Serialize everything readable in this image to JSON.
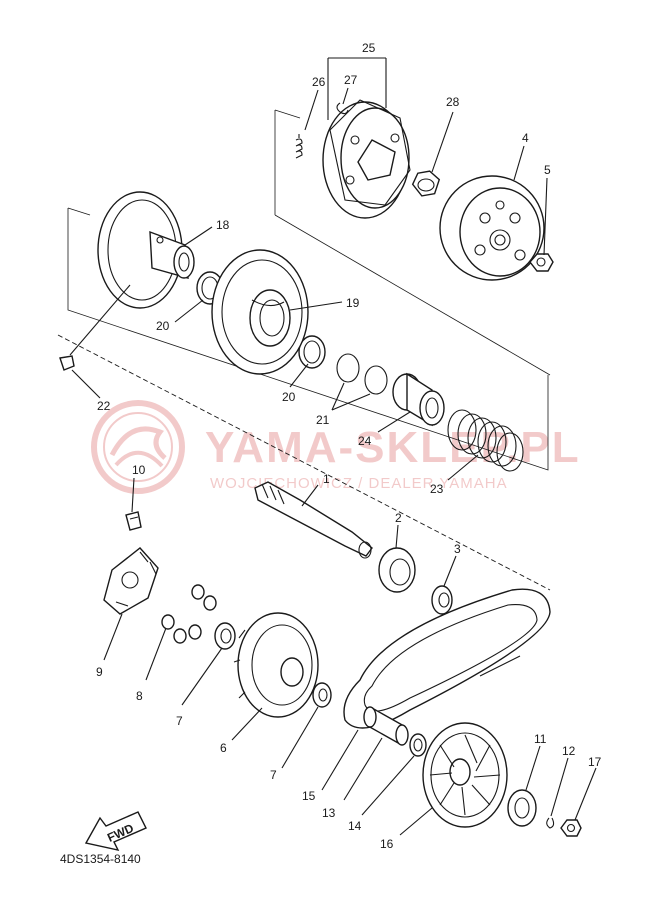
{
  "callouts": [
    {
      "id": "c1",
      "text": "1"
    },
    {
      "id": "c2",
      "text": "2"
    },
    {
      "id": "c3",
      "text": "3"
    },
    {
      "id": "c4",
      "text": "4"
    },
    {
      "id": "c5",
      "text": "5"
    },
    {
      "id": "c6",
      "text": "6"
    },
    {
      "id": "c7a",
      "text": "7"
    },
    {
      "id": "c7b",
      "text": "7"
    },
    {
      "id": "c8",
      "text": "8"
    },
    {
      "id": "c9",
      "text": "9"
    },
    {
      "id": "c10",
      "text": "10"
    },
    {
      "id": "c11",
      "text": "11"
    },
    {
      "id": "c12",
      "text": "12"
    },
    {
      "id": "c13",
      "text": "13"
    },
    {
      "id": "c14",
      "text": "14"
    },
    {
      "id": "c15",
      "text": "15"
    },
    {
      "id": "c16",
      "text": "16"
    },
    {
      "id": "c17",
      "text": "17"
    },
    {
      "id": "c18",
      "text": "18"
    },
    {
      "id": "c19",
      "text": "19"
    },
    {
      "id": "c20a",
      "text": "20"
    },
    {
      "id": "c20b",
      "text": "20"
    },
    {
      "id": "c21",
      "text": "21"
    },
    {
      "id": "c22",
      "text": "22"
    },
    {
      "id": "c23",
      "text": "23"
    },
    {
      "id": "c24",
      "text": "24"
    },
    {
      "id": "c25",
      "text": "25"
    },
    {
      "id": "c26",
      "text": "26"
    },
    {
      "id": "c27",
      "text": "27"
    },
    {
      "id": "c28",
      "text": "28"
    }
  ],
  "fwd_label": "FWD",
  "drawing_code": "4DS1354-8140",
  "watermark": {
    "title": "YAMA-SKLEP.PL",
    "subtitle": "WOJCIECHOWICZ / DEALER YAMAHA",
    "color": "#e8a0a0"
  }
}
